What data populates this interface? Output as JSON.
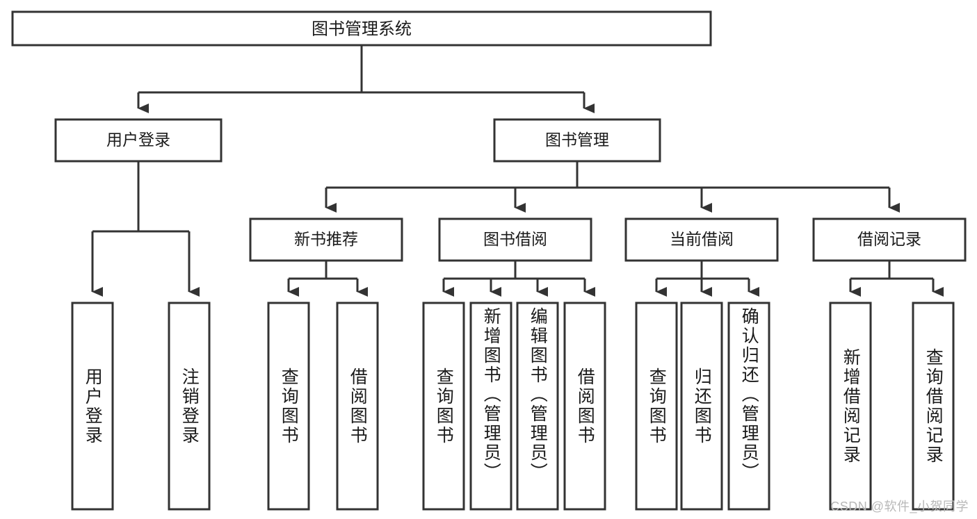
{
  "diagram": {
    "type": "tree-hierarchy",
    "title": "图书管理系统",
    "watermark": "CSDN @软件_小贺同学",
    "colors": {
      "stroke": "#333333",
      "box_fill": "#ffffff",
      "text": "#1a1a1a",
      "background": "#ffffff",
      "watermark": "#b8b8b8"
    },
    "root": {
      "label": "图书管理系统"
    },
    "level1": [
      {
        "label": "用户登录"
      },
      {
        "label": "图书管理"
      }
    ],
    "level2": [
      {
        "label": "新书推荐"
      },
      {
        "label": "图书借阅"
      },
      {
        "label": "当前借阅"
      },
      {
        "label": "借阅记录"
      }
    ],
    "leaves": {
      "user_login": [
        {
          "label": "用户登录"
        },
        {
          "label": "注销登录"
        }
      ],
      "new_book_recommend": [
        {
          "label": "查询图书"
        },
        {
          "label": "借阅图书"
        }
      ],
      "book_borrow": [
        {
          "label": "查询图书"
        },
        {
          "label": "新增图书（管理员）"
        },
        {
          "label": "编辑图书（管理员）"
        },
        {
          "label": "借阅图书"
        }
      ],
      "current_borrow": [
        {
          "label": "查询图书"
        },
        {
          "label": "归还图书"
        },
        {
          "label": "确认归还（管理员）"
        }
      ],
      "borrow_record": [
        {
          "label": "新增借阅记录"
        },
        {
          "label": "查询借阅记录"
        }
      ]
    }
  }
}
